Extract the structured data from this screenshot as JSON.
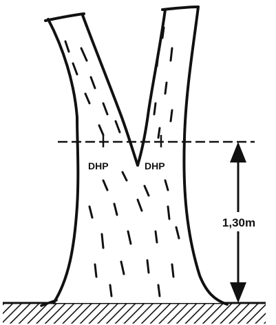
{
  "labels": {
    "dhp_left": "DHP",
    "dhp_right": "DHP",
    "height": "1,30m"
  },
  "colors": {
    "ink": "#111111",
    "background": "#ffffff"
  },
  "icons": {
    "arrow_top": "arrowhead-up",
    "arrow_bottom": "arrowhead-down"
  }
}
